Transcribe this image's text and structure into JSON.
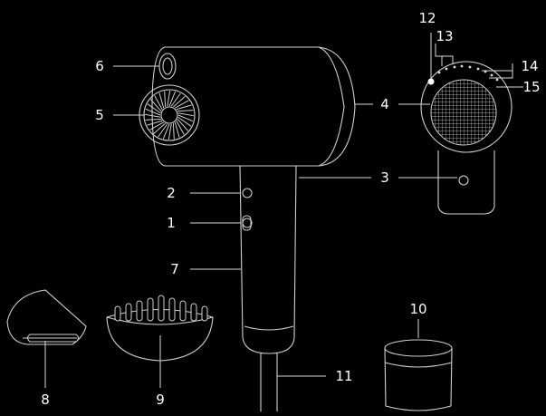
{
  "labels": {
    "l1": "1",
    "l2": "2",
    "l3": "3",
    "l4": "4",
    "l5": "5",
    "l6": "6",
    "l7": "7",
    "l8": "8",
    "l9": "9",
    "l10": "10",
    "l11": "11",
    "l12": "12",
    "l13": "13",
    "l14": "14",
    "l15": "15"
  },
  "colors": {
    "background": "#000000",
    "line": "#d8d8d8",
    "text": "#ffffff"
  }
}
